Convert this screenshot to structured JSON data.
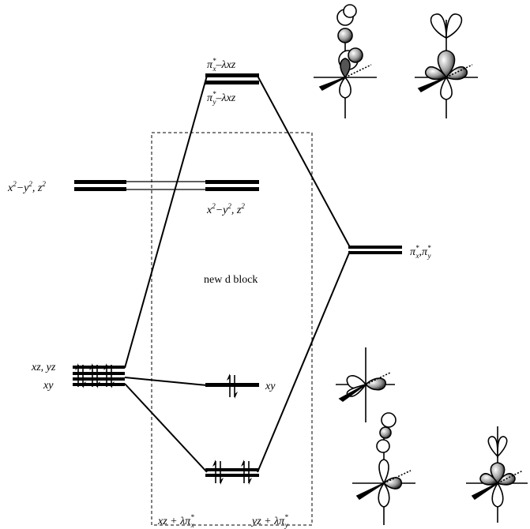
{
  "labels": {
    "dxy_left": "x",
    "dxy_left_sup": "2",
    "dxy_left_mid": "−y",
    "dxy_left_sup2": "2",
    "dxy_left_tail": ", z",
    "dxy_left_sup3": "2",
    "dxy_center": "x",
    "dxy_center_sup": "2",
    "dxy_center_mid": "−y",
    "dxy_center_sup2": "2",
    "dxy_center_tail": ", z",
    "dxy_center_sup3": "2",
    "xzyz_left": "xz, yz",
    "xy_left": "xy",
    "xy_center": "xy",
    "pi_top_a": "π",
    "pi_top_a_sub": "x",
    "pi_top_a_tail": "–λxz",
    "pi_top_b": "π",
    "pi_top_b_sub": "y",
    "pi_top_b_tail": "–λxz",
    "pi_right_1": "π",
    "pi_right_1_sub": "x",
    "pi_right_comma": ",",
    "pi_right_2": "π",
    "pi_right_2_sub": "y",
    "star": "*",
    "new_d_block": "new d block",
    "bottom_left_1": "xz + λπ",
    "bottom_left_sub": "x",
    "bottom_right_1": "yz + λπ",
    "bottom_right_sub": "y"
  },
  "colors": {
    "line": "#000000",
    "lobe_light": "#ffffff",
    "lobe_dark": "#9a9a9a"
  },
  "icons": [
    "up-down-electron-pair-icon",
    "orbital-lobe-diagram-icon"
  ]
}
